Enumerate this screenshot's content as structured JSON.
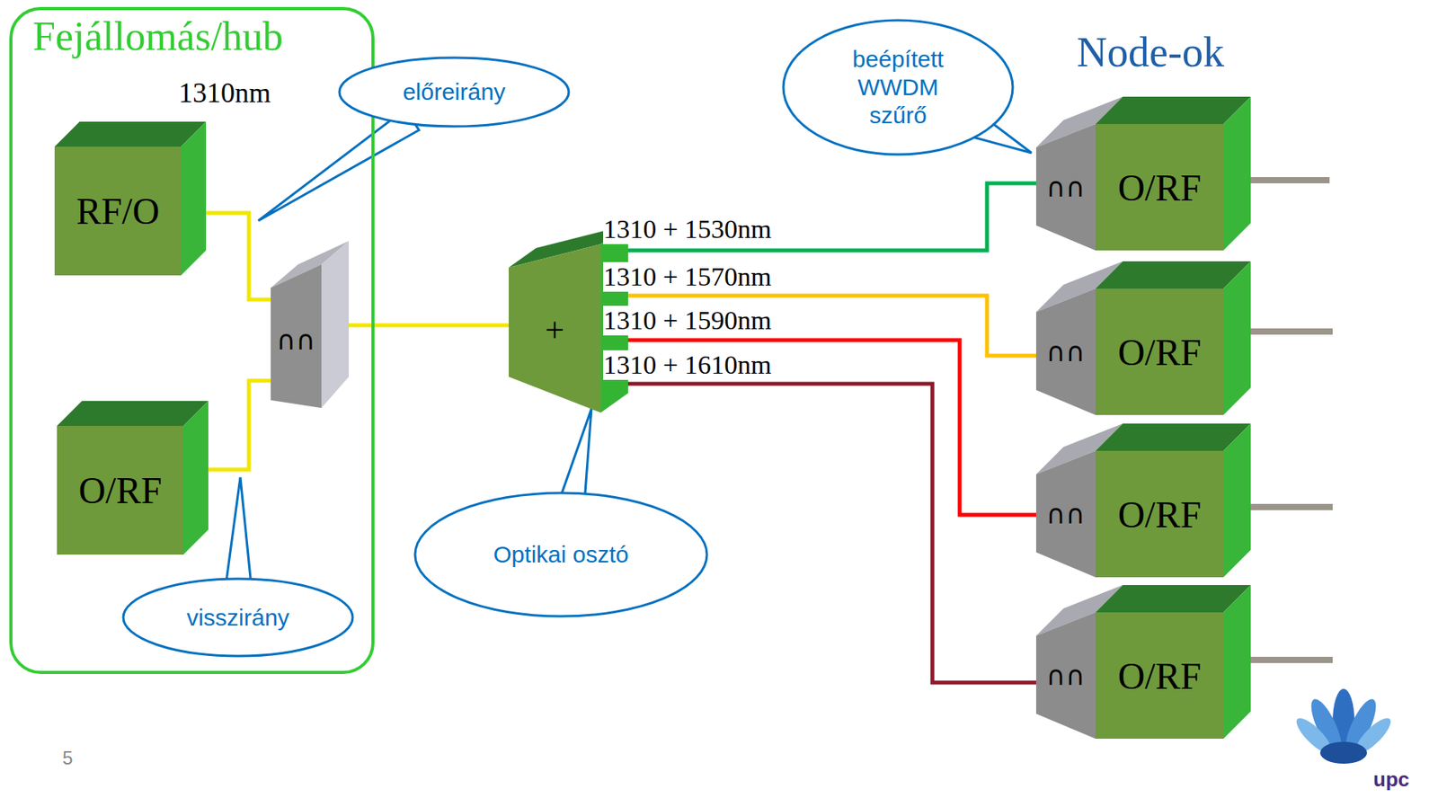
{
  "diagram": {
    "nodes": [
      {
        "text": [
          "Fejállomás/hub"
        ]
      },
      {
        "text": [
          "RF/O"
        ],
        "in": 0
      },
      {
        "text": [
          "∩∩"
        ],
        "in": 0
      },
      {
        "text": [
          "O/RF"
        ],
        "in": 0
      },
      {
        "text": [
          "visszirány"
        ],
        "in": 0
      },
      {
        "text": [
          "előreirány"
        ]
      },
      {
        "text": [
          "+"
        ]
      },
      {
        "text": [
          "Optikai osztó"
        ]
      },
      {
        "text": [
          "beépített WWDM szűrő"
        ]
      },
      {
        "text": [
          "∩∩",
          "O/RF"
        ]
      },
      {
        "text": [
          "∩∩",
          "O/RF"
        ]
      },
      {
        "text": [
          "∩∩",
          "O/RF"
        ]
      },
      {
        "text": [
          "∩∩",
          "O/RF"
        ]
      }
    ],
    "edges": [
      {
        "from": 1,
        "to": 2,
        "arrow": "none"
      },
      {
        "from": 3,
        "to": 2,
        "arrow": "none"
      },
      {
        "from": 2,
        "to": 6,
        "arrow": "none"
      },
      {
        "from": 6,
        "to": 9,
        "label": "1310 + 1530nm",
        "arrow": "none"
      },
      {
        "from": 6,
        "to": 10,
        "label": "1310 + 1570nm",
        "arrow": "none"
      },
      {
        "from": 6,
        "to": 11,
        "label": "1310 + 1590nm",
        "arrow": "none"
      },
      {
        "from": 6,
        "to": 12,
        "label": "1310 + 1610nm",
        "arrow": "none"
      }
    ],
    "labels": [
      "1310nm",
      "Node-ok",
      "5",
      "upc"
    ]
  }
}
